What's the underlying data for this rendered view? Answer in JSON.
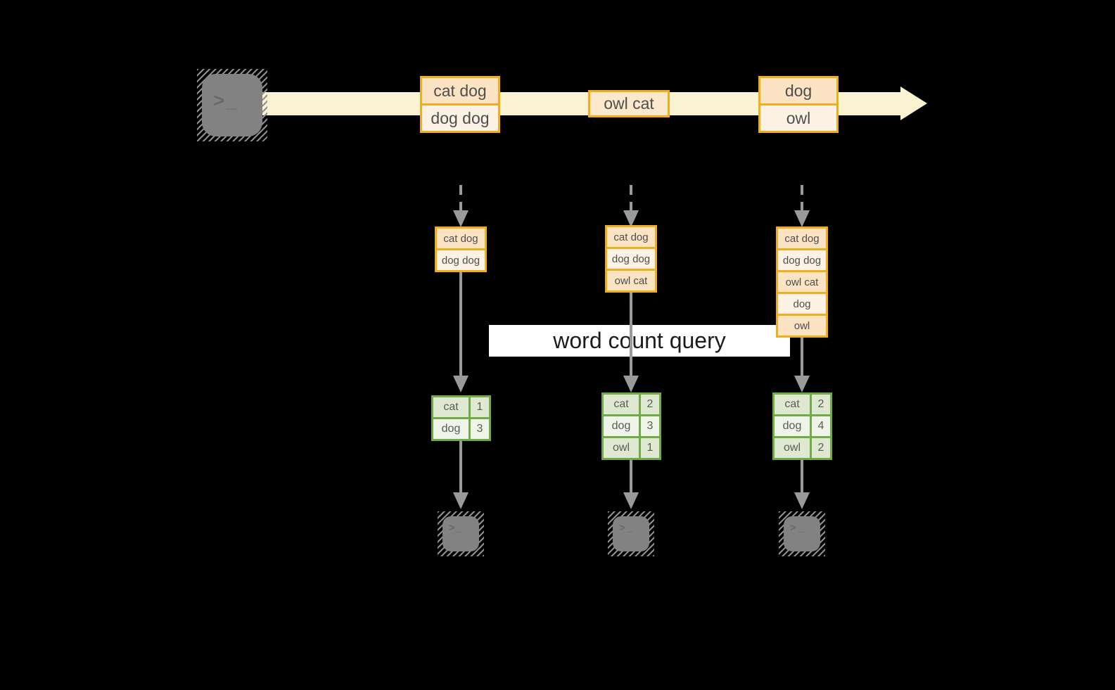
{
  "colors": {
    "background": "#000000",
    "stream_band": "#fbf2d1",
    "box_border_orange": "#f0ae1c",
    "box_fill_dark": "#fbe3c3",
    "box_fill_light": "#fdf2e4",
    "table_border_green": "#71ab47",
    "table_fill_dark": "#dfe9d1",
    "table_fill_light": "#eff4e9",
    "arrow_gray": "#9a9a9a",
    "terminal_gray": "#828282",
    "query_band": "#ffffff"
  },
  "icons": {
    "terminal_prompt": ">_"
  },
  "stream": {
    "messages": [
      {
        "rows": [
          "cat dog",
          "dog dog"
        ]
      },
      {
        "rows": [
          "owl cat"
        ]
      },
      {
        "rows": [
          "dog",
          "owl"
        ]
      }
    ]
  },
  "query": {
    "label": "word count query"
  },
  "columns": [
    {
      "state_rows": [
        "cat dog",
        "dog dog"
      ],
      "counts": [
        {
          "word": "cat",
          "count": "1"
        },
        {
          "word": "dog",
          "count": "3"
        }
      ]
    },
    {
      "state_rows": [
        "cat dog",
        "dog dog",
        "owl cat"
      ],
      "counts": [
        {
          "word": "cat",
          "count": "2"
        },
        {
          "word": "dog",
          "count": "3"
        },
        {
          "word": "owl",
          "count": "1"
        }
      ]
    },
    {
      "state_rows": [
        "cat dog",
        "dog dog",
        "owl cat",
        "dog",
        "owl"
      ],
      "counts": [
        {
          "word": "cat",
          "count": "2"
        },
        {
          "word": "dog",
          "count": "4"
        },
        {
          "word": "owl",
          "count": "2"
        }
      ]
    }
  ]
}
